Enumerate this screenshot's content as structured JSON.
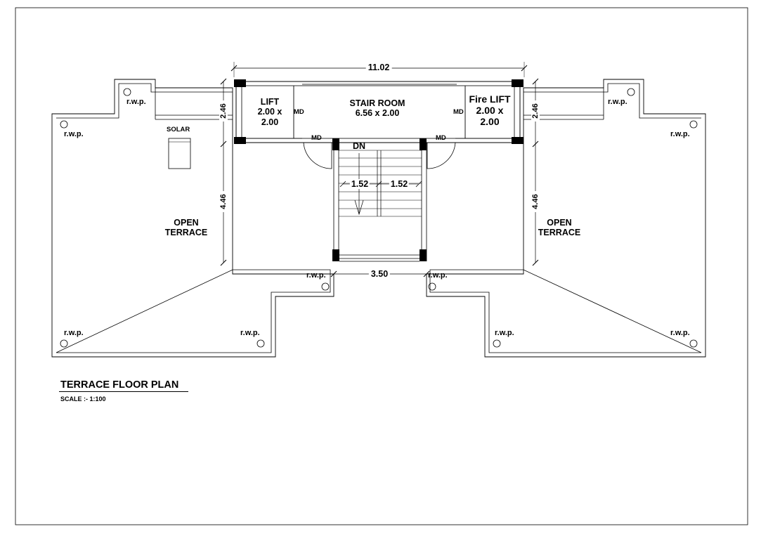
{
  "labels": {
    "lift": [
      "LIFT",
      "2.00 x",
      "2.00"
    ],
    "stair_room": [
      "STAIR ROOM",
      "6.56 x 2.00"
    ],
    "fire_lift": [
      "Fire LIFT",
      "2.00 x",
      "2.00"
    ],
    "md": "MD",
    "dn": "DN",
    "solar": "SOLAR",
    "open_terrace": [
      "OPEN",
      "TERRACE"
    ],
    "rwp": "r.w.p."
  },
  "dimensions": {
    "overall_width": "11.02",
    "stair_width": "3.50",
    "flight_width_left": "1.52",
    "flight_width_right": "1.52",
    "room_depth_left": "2.46",
    "room_depth_right": "2.46",
    "terrace_depth_left": "4.46",
    "terrace_depth_right": "4.46"
  },
  "title_block": {
    "title": "TERRACE FLOOR PLAN",
    "scale": "SCALE :- 1:100"
  },
  "colors": {
    "line": "#000000",
    "wall_fill": "#000000",
    "paper": "#ffffff"
  }
}
